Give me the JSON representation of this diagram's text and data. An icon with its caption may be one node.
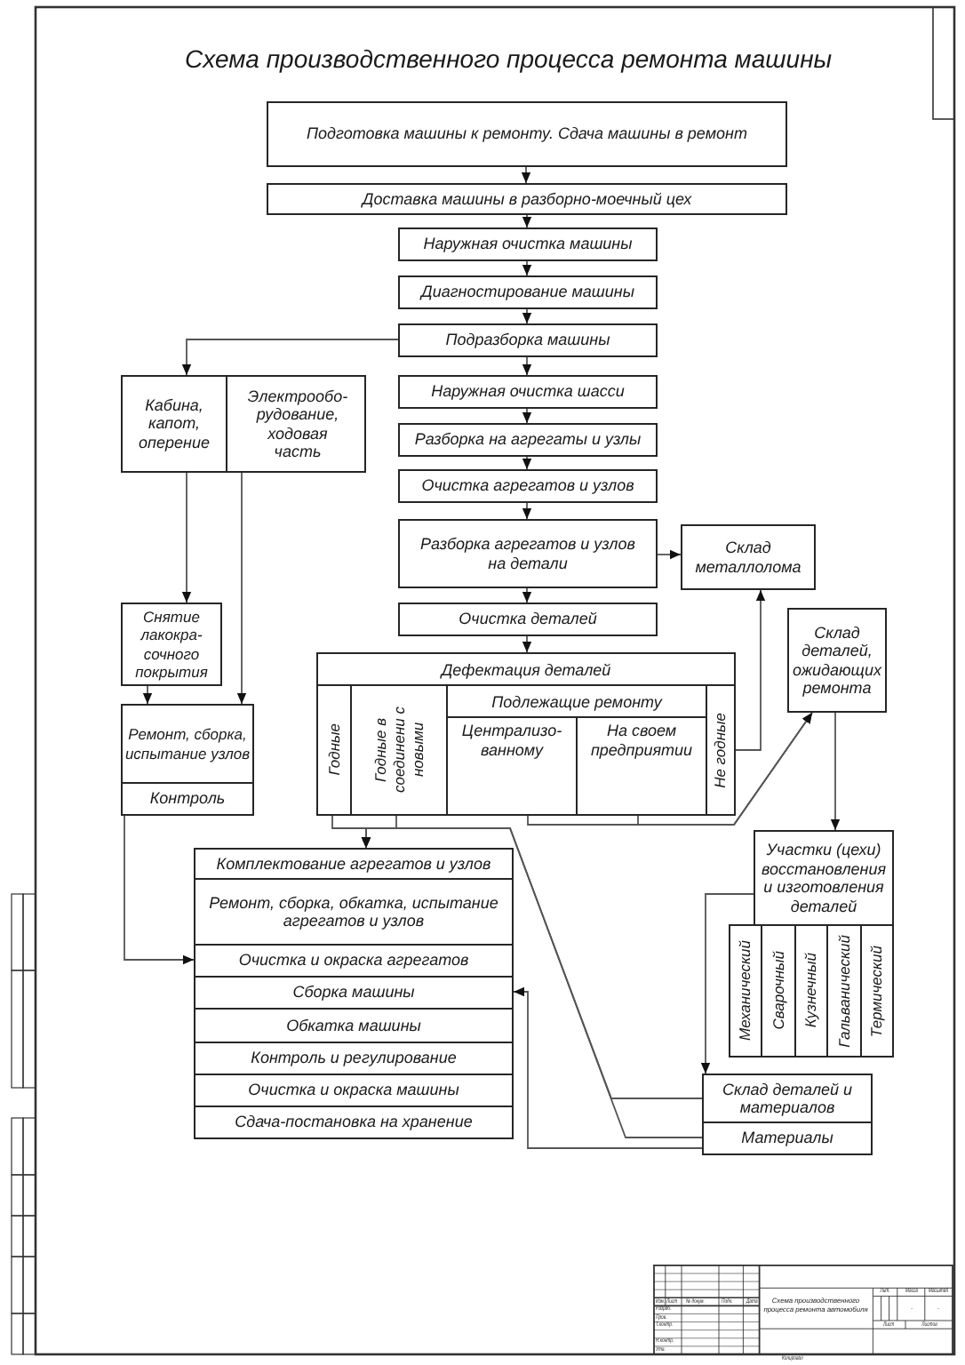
{
  "diagram": {
    "title": "Схема производственного процесса ремонта машины",
    "nodes": [
      {
        "text": [
          "Подготовка машины к ремонту. Сдача машины в ремонт"
        ]
      },
      {
        "text": [
          "Доставка машины в разборно-моечный цех"
        ]
      },
      {
        "text": [
          "Наружная очистка машины"
        ]
      },
      {
        "text": [
          "Диагностирование машины"
        ]
      },
      {
        "text": [
          "Подразборка машины"
        ]
      },
      {
        "text": [
          "Кабина, капот, оперение"
        ]
      },
      {
        "text": [
          "Электрообо- рудование, ходовая часть"
        ]
      },
      {
        "text": [
          "Наружная очистка шасси"
        ]
      },
      {
        "text": [
          "Разборка на агрегаты и узлы"
        ]
      },
      {
        "text": [
          "Очистка агрегатов и узлов"
        ]
      },
      {
        "text": [
          "Разборка агрегатов и узлов на детали"
        ]
      },
      {
        "text": [
          "Склад металлолома"
        ]
      },
      {
        "text": [
          "Снятие лакокра- сочного покрытия"
        ]
      },
      {
        "text": [
          "Очистка деталей"
        ]
      },
      {
        "text": [
          "Склад деталей, ожидающих ремонта"
        ]
      },
      {
        "text": [
          "Дефектация деталей"
        ]
      },
      {
        "text": [
          "Годные"
        ],
        "in": 15
      },
      {
        "text": [
          "Годные в соединени с новыми"
        ],
        "in": 15
      },
      {
        "text": [
          "Подлежащие ремонту"
        ],
        "in": 15
      },
      {
        "text": [
          "Централизо- ванному"
        ],
        "in": 18
      },
      {
        "text": [
          "На своем предприятии"
        ],
        "in": 18
      },
      {
        "text": [
          "Не годные"
        ],
        "in": 15
      },
      {
        "text": [
          "Ремонт, сборка, испытание узлов"
        ]
      },
      {
        "text": [
          "Контроль"
        ]
      },
      {
        "text": [
          "Участки (цехи) восстановления и изготовления деталей"
        ]
      },
      {
        "text": [
          "Механический"
        ]
      },
      {
        "text": [
          "Сварочный"
        ]
      },
      {
        "text": [
          "Кузнечный"
        ]
      },
      {
        "text": [
          "Гальванический"
        ]
      },
      {
        "text": [
          "Термический"
        ]
      },
      {
        "text": [
          "Комплектование агрегатов и узлов"
        ]
      },
      {
        "text": [
          "Ремонт, сборка, обкатка, испытание агрегатов и узлов"
        ]
      },
      {
        "text": [
          "Очистка и окраска агрегатов"
        ]
      },
      {
        "text": [
          "Сборка машины"
        ]
      },
      {
        "text": [
          "Обкатка машины"
        ]
      },
      {
        "text": [
          "Контроль и регулирование"
        ]
      },
      {
        "text": [
          "Очистка и окраска машины"
        ]
      },
      {
        "text": [
          "Сдача-постановка на хранение"
        ]
      },
      {
        "text": [
          "Склад деталей и материалов"
        ]
      },
      {
        "text": [
          "Материалы"
        ]
      }
    ],
    "edges": [
      {
        "from": 0,
        "to": 1,
        "arrow": "to"
      },
      {
        "from": 1,
        "to": 2,
        "arrow": "to"
      },
      {
        "from": 2,
        "to": 3,
        "arrow": "to"
      },
      {
        "from": 3,
        "to": 4,
        "arrow": "to"
      },
      {
        "from": 4,
        "to": 5,
        "arrow": "to"
      },
      {
        "from": 4,
        "to": 7,
        "arrow": "to"
      },
      {
        "from": 7,
        "to": 8,
        "arrow": "to"
      },
      {
        "from": 8,
        "to": 9,
        "arrow": "to"
      },
      {
        "from": 9,
        "to": 10,
        "arrow": "to"
      },
      {
        "from": 10,
        "to": 11,
        "arrow": "to"
      },
      {
        "from": 10,
        "to": 13,
        "arrow": "to"
      },
      {
        "from": 13,
        "to": 15,
        "arrow": "to"
      },
      {
        "from": 5,
        "to": 12,
        "arrow": "to"
      },
      {
        "from": 12,
        "to": 22,
        "arrow": "to"
      },
      {
        "from": 6,
        "to": 22,
        "arrow": "to"
      },
      {
        "from": 21,
        "to": 11,
        "arrow": "to"
      },
      {
        "from": 19,
        "to": 14,
        "arrow": "to"
      },
      {
        "from": 20,
        "to": 14,
        "arrow": "to"
      },
      {
        "from": 14,
        "to": 24,
        "arrow": "to"
      },
      {
        "from": 24,
        "to": 38,
        "arrow": "to"
      },
      {
        "from": 16,
        "to": 30,
        "arrow": "to"
      },
      {
        "from": 17,
        "to": 30,
        "arrow": "to"
      },
      {
        "from": 38,
        "to": 30,
        "arrow": "to"
      },
      {
        "from": 39,
        "to": 30,
        "arrow": "to"
      },
      {
        "from": 23,
        "to": 32,
        "arrow": "to"
      },
      {
        "from": 39,
        "to": 33,
        "arrow": "to"
      }
    ],
    "labels": [
      "Изм.",
      "Лист",
      "№ докум.",
      "Подп.",
      "Дата",
      "Разраб.",
      "Пров.",
      "Т.контр.",
      "Н.контр.",
      "Утв.",
      "Схема производственного процесса ремонта автомобиля",
      "Лит.",
      "Масса",
      "Масштаб",
      "-",
      "-",
      "Лист",
      "Листов",
      "Копировал"
    ]
  }
}
